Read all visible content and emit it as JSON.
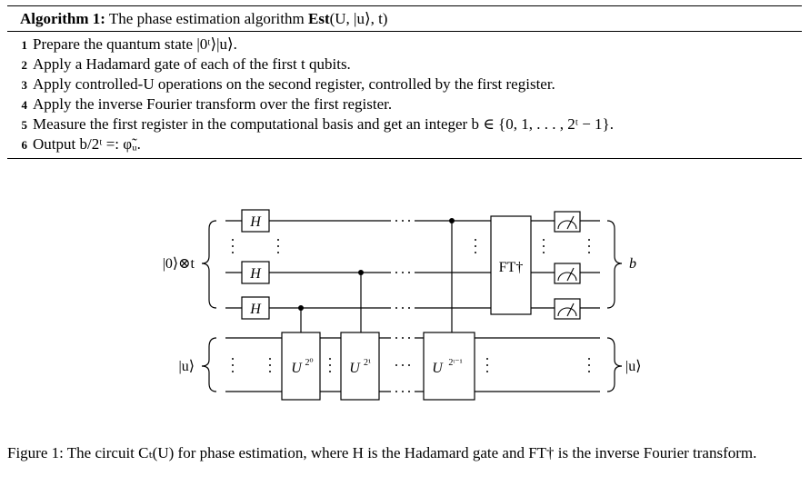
{
  "algorithm": {
    "label": "Algorithm 1:",
    "title_text": "The phase estimation algorithm",
    "title_name": "Est",
    "title_args": "(U, |u⟩, t)",
    "steps": [
      {
        "num": "1",
        "text": "Prepare the quantum state |0ᵗ⟩|u⟩."
      },
      {
        "num": "2",
        "text": "Apply a Hadamard gate of each of the first t qubits."
      },
      {
        "num": "3",
        "text": "Apply controlled-U operations on the second register, controlled by the first register."
      },
      {
        "num": "4",
        "text": "Apply the inverse Fourier transform over the first register."
      },
      {
        "num": "5",
        "text": "Measure the first register in the computational basis and get an integer b ∈ {0, 1, . . . , 2ᵗ − 1}."
      },
      {
        "num": "6",
        "text": "Output b/2ᵗ =: φ̃ᵤ."
      }
    ]
  },
  "circuit": {
    "input_top": "|0⟩⊗t",
    "input_bottom": "|u⟩",
    "output_top": "b",
    "output_bottom": "|u⟩",
    "hadamard": "H",
    "inverse_fourier": "FT†",
    "controlled_u": [
      "U",
      "U",
      "U"
    ],
    "controlled_u_exp": [
      "2⁰",
      "2¹",
      "2ᵗ⁻¹"
    ]
  },
  "caption": "Figure 1: The circuit Cₜ(U) for phase estimation, where H is the Hadamard gate and FT† is the inverse Fourier transform."
}
